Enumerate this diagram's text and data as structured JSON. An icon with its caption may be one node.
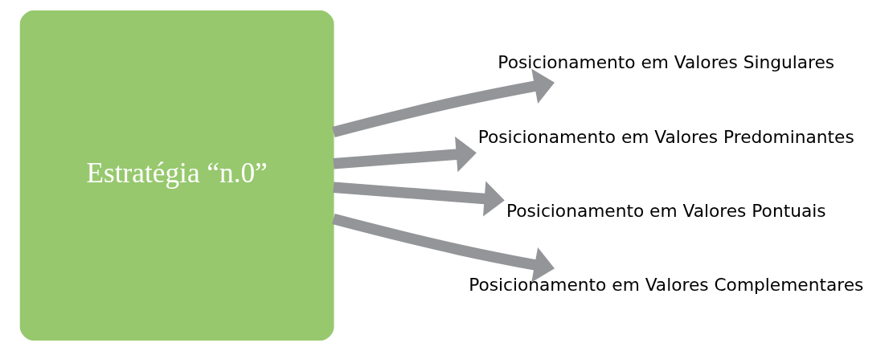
{
  "diagram": {
    "nodes": [
      {
        "text": [
          "Estratégia “n.0”"
        ]
      },
      {
        "text": [
          "Posicionamento em Valores Singulares"
        ]
      },
      {
        "text": [
          "Posicionamento em Valores Predominantes"
        ]
      },
      {
        "text": [
          "Posicionamento em Valores Pontuais"
        ]
      },
      {
        "text": [
          "Posicionamento em Valores Complementares"
        ]
      }
    ],
    "edges": [
      {
        "from": 0,
        "to": 1,
        "arrow": "to"
      },
      {
        "from": 0,
        "to": 2,
        "arrow": "to"
      },
      {
        "from": 0,
        "to": 3,
        "arrow": "to"
      },
      {
        "from": 0,
        "to": 4,
        "arrow": "to"
      }
    ]
  }
}
